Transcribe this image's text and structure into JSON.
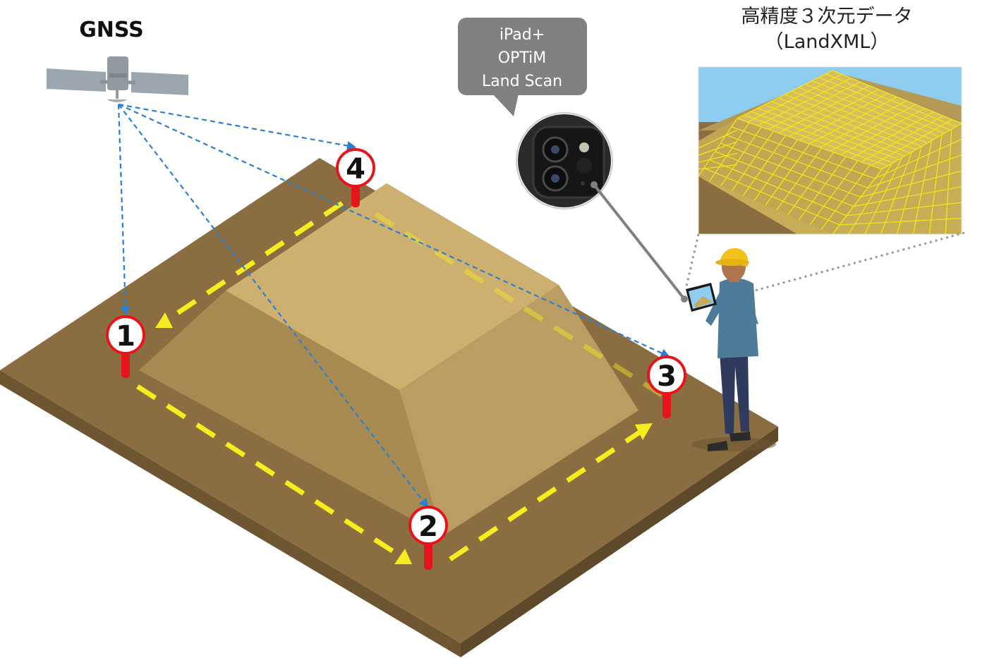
{
  "gnss": {
    "label": "GNSS"
  },
  "bubble": {
    "lines": [
      "iPad+",
      "OPTiM",
      "Land Scan"
    ]
  },
  "output": {
    "title_line1": "高精度３次元データ",
    "title_line2": "（LandXML）"
  },
  "markers": [
    {
      "number": "1"
    },
    {
      "number": "2"
    },
    {
      "number": "3"
    },
    {
      "number": "4"
    }
  ],
  "colors": {
    "ground_top": "#8a6e42",
    "ground_side": "#6e5632",
    "mound_top": "#cdb070",
    "mound_front": "#b99d62",
    "mound_left": "#a58850",
    "mound_right": "#8e7446",
    "path_arrow": "#f6ec1e",
    "gnss_signal": "#2a7fd4",
    "marker_red": "#e8141c",
    "bubble_gray": "#808080",
    "mesh_line": "#f2e61a",
    "sky": "#8ecdf0"
  },
  "icons": [
    "satellite-icon",
    "camera-lens-icon",
    "worker-figure",
    "tablet-icon",
    "hard-hat-icon"
  ]
}
